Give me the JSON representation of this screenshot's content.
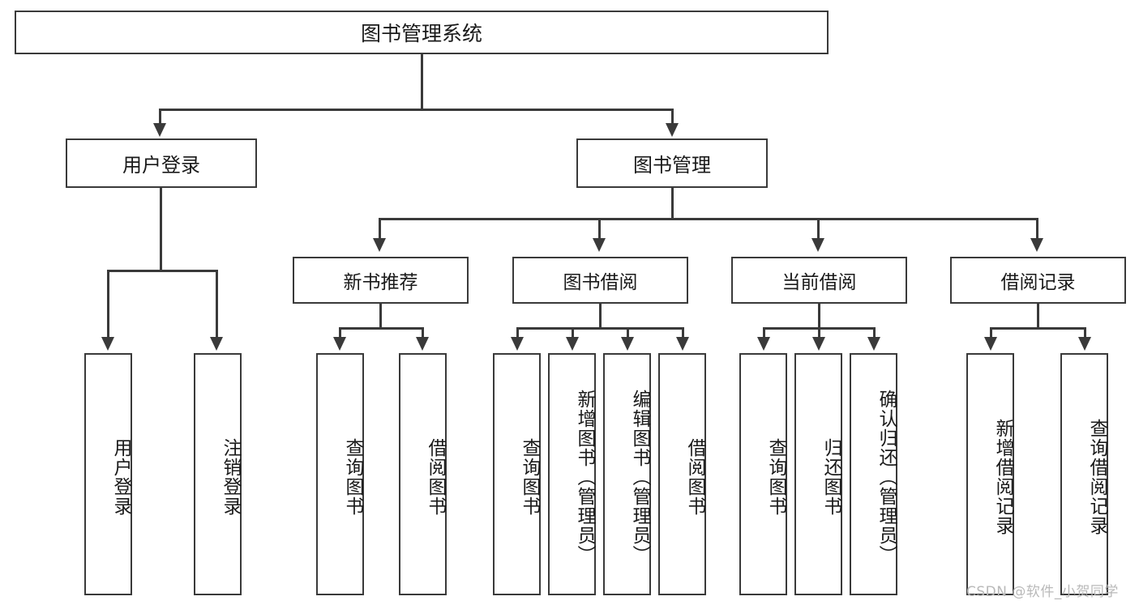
{
  "diagram": {
    "title": "图书管理系统",
    "type": "tree-hierarchy-diagram",
    "root": {
      "label": "图书管理系统"
    },
    "level1": [
      {
        "label": "用户登录"
      },
      {
        "label": "图书管理"
      }
    ],
    "level2": [
      {
        "label": "新书推荐"
      },
      {
        "label": "图书借阅"
      },
      {
        "label": "当前借阅"
      },
      {
        "label": "借阅记录"
      }
    ],
    "leaves": {
      "user_login": [
        {
          "label": "用户登录"
        },
        {
          "label": "注销登录"
        }
      ],
      "new_book_recommend": [
        {
          "label": "查询图书"
        },
        {
          "label": "借阅图书"
        }
      ],
      "book_borrow": [
        {
          "label": "查询图书"
        },
        {
          "label": "新增图书（管理员）"
        },
        {
          "label": "编辑图书（管理员）"
        },
        {
          "label": "借阅图书"
        }
      ],
      "current_borrow": [
        {
          "label": "查询图书"
        },
        {
          "label": "归还图书"
        },
        {
          "label": "确认归还（管理员）"
        }
      ],
      "borrow_record": [
        {
          "label": "新增借阅记录"
        },
        {
          "label": "查询借阅记录"
        }
      ]
    }
  },
  "watermark": {
    "text": "CSDN @软件_小贺同学"
  },
  "colors": {
    "stroke": "#3a3a3a",
    "fill": "#ffffff",
    "text": "#1a1a1a",
    "watermark": "#b9b9b9"
  }
}
